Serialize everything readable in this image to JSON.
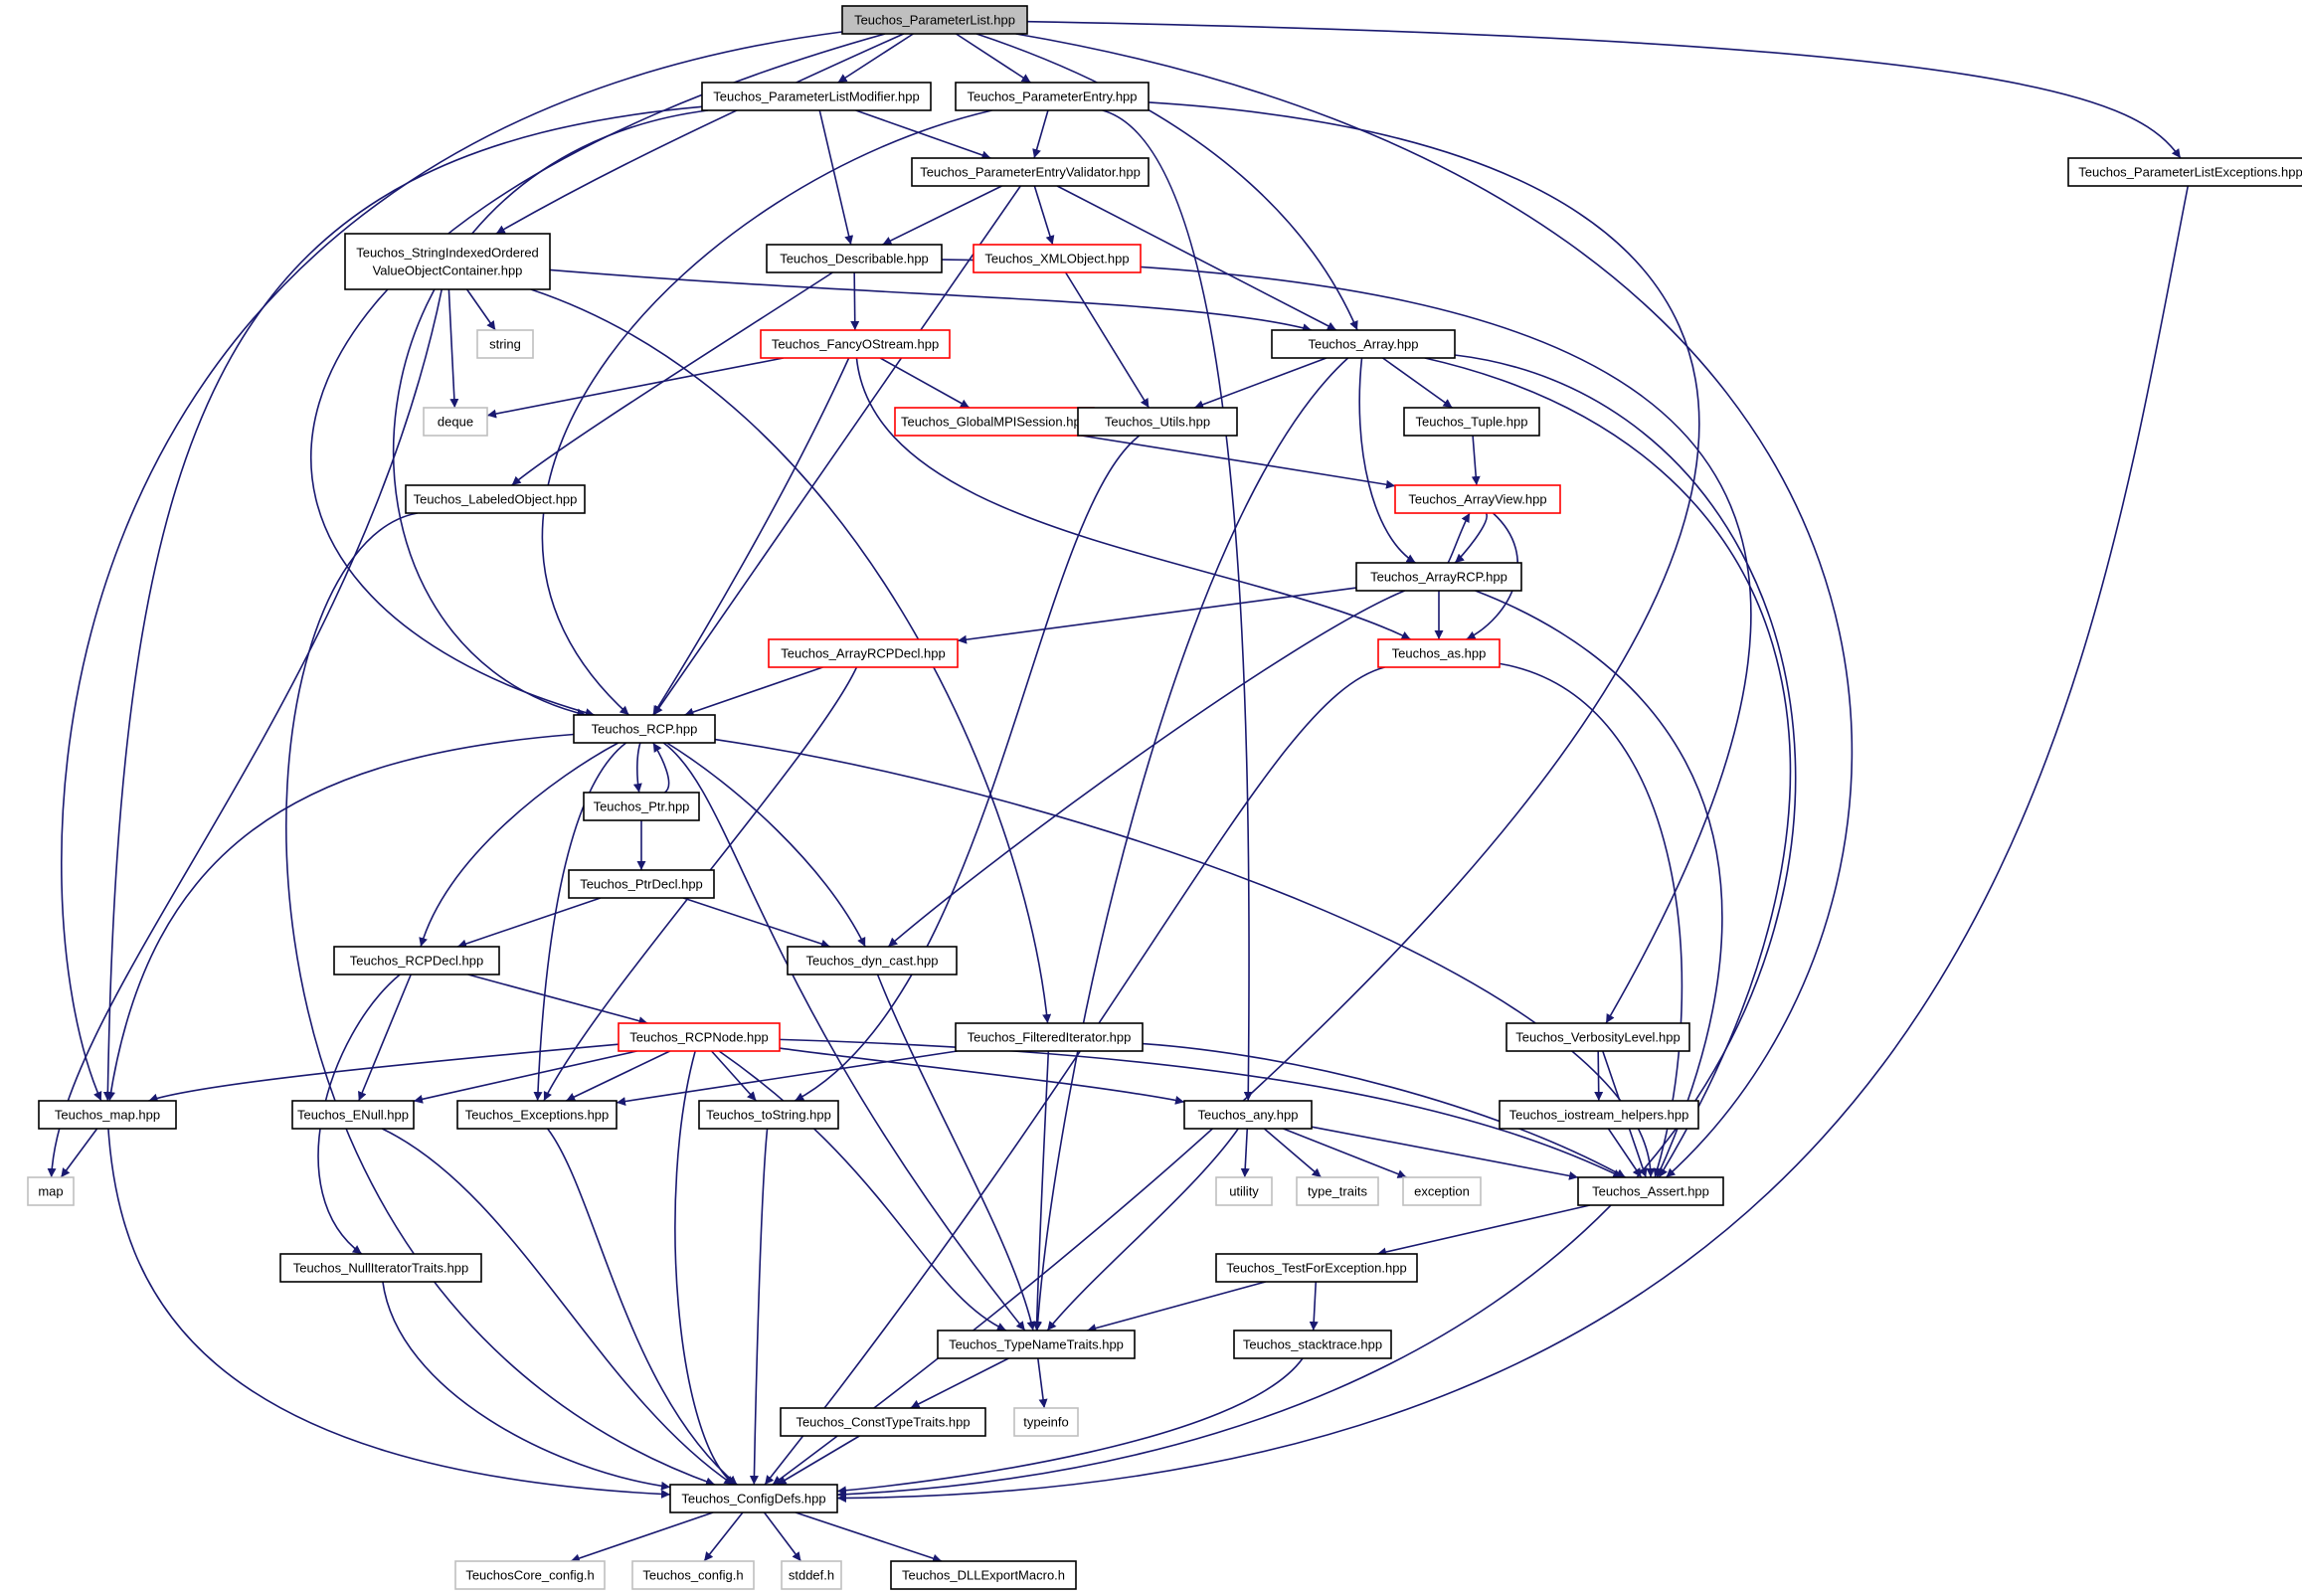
{
  "nodes": [
    {
      "id": "paramlist",
      "label": "Teuchos_ParameterList.hpp",
      "style": "root"
    },
    {
      "id": "plmod",
      "label": "Teuchos_ParameterListModifier.hpp",
      "style": "normal"
    },
    {
      "id": "pentry",
      "label": "Teuchos_ParameterEntry.hpp",
      "style": "normal"
    },
    {
      "id": "plexc",
      "label": "Teuchos_ParameterListExceptions.hpp",
      "style": "normal"
    },
    {
      "id": "pev",
      "label": "Teuchos_ParameterEntryValidator.hpp",
      "style": "normal"
    },
    {
      "id": "sioc",
      "label": "Teuchos_StringIndexedOrdered",
      "label2": "ValueObjectContainer.hpp",
      "style": "normal"
    },
    {
      "id": "descr",
      "label": "Teuchos_Describable.hpp",
      "style": "normal"
    },
    {
      "id": "xmlobj",
      "label": "Teuchos_XMLObject.hpp",
      "style": "red"
    },
    {
      "id": "string",
      "label": "string",
      "style": "gray"
    },
    {
      "id": "fancy",
      "label": "Teuchos_FancyOStream.hpp",
      "style": "red"
    },
    {
      "id": "array",
      "label": "Teuchos_Array.hpp",
      "style": "normal"
    },
    {
      "id": "deque",
      "label": "deque",
      "style": "gray"
    },
    {
      "id": "gmpi",
      "label": "Teuchos_GlobalMPISession.hpp",
      "style": "red"
    },
    {
      "id": "utils",
      "label": "Teuchos_Utils.hpp",
      "style": "normal"
    },
    {
      "id": "tuple",
      "label": "Teuchos_Tuple.hpp",
      "style": "normal"
    },
    {
      "id": "labeled",
      "label": "Teuchos_LabeledObject.hpp",
      "style": "normal"
    },
    {
      "id": "arrayview",
      "label": "Teuchos_ArrayView.hpp",
      "style": "red"
    },
    {
      "id": "arrayrcp",
      "label": "Teuchos_ArrayRCP.hpp",
      "style": "normal"
    },
    {
      "id": "arcpdecl",
      "label": "Teuchos_ArrayRCPDecl.hpp",
      "style": "red"
    },
    {
      "id": "as",
      "label": "Teuchos_as.hpp",
      "style": "red"
    },
    {
      "id": "rcp",
      "label": "Teuchos_RCP.hpp",
      "style": "normal"
    },
    {
      "id": "ptr",
      "label": "Teuchos_Ptr.hpp",
      "style": "normal"
    },
    {
      "id": "ptrdecl",
      "label": "Teuchos_PtrDecl.hpp",
      "style": "normal"
    },
    {
      "id": "rcpdecl",
      "label": "Teuchos_RCPDecl.hpp",
      "style": "normal"
    },
    {
      "id": "dyncast",
      "label": "Teuchos_dyn_cast.hpp",
      "style": "normal"
    },
    {
      "id": "rcpnode",
      "label": "Teuchos_RCPNode.hpp",
      "style": "red"
    },
    {
      "id": "filtered",
      "label": "Teuchos_FilteredIterator.hpp",
      "style": "normal"
    },
    {
      "id": "verbosity",
      "label": "Teuchos_VerbosityLevel.hpp",
      "style": "normal"
    },
    {
      "id": "map_hpp",
      "label": "Teuchos_map.hpp",
      "style": "normal"
    },
    {
      "id": "enull",
      "label": "Teuchos_ENull.hpp",
      "style": "normal"
    },
    {
      "id": "exceptions",
      "label": "Teuchos_Exceptions.hpp",
      "style": "normal"
    },
    {
      "id": "tostring",
      "label": "Teuchos_toString.hpp",
      "style": "normal"
    },
    {
      "id": "any",
      "label": "Teuchos_any.hpp",
      "style": "normal"
    },
    {
      "id": "iostream",
      "label": "Teuchos_iostream_helpers.hpp",
      "style": "normal"
    },
    {
      "id": "assert",
      "label": "Teuchos_Assert.hpp",
      "style": "normal"
    },
    {
      "id": "map",
      "label": "map",
      "style": "gray"
    },
    {
      "id": "utility",
      "label": "utility",
      "style": "gray"
    },
    {
      "id": "typetraits",
      "label": "type_traits",
      "style": "gray"
    },
    {
      "id": "exception",
      "label": "exception",
      "style": "gray"
    },
    {
      "id": "nulliter",
      "label": "Teuchos_NullIteratorTraits.hpp",
      "style": "normal"
    },
    {
      "id": "testfor",
      "label": "Teuchos_TestForException.hpp",
      "style": "normal"
    },
    {
      "id": "typename",
      "label": "Teuchos_TypeNameTraits.hpp",
      "style": "normal"
    },
    {
      "id": "stacktrace",
      "label": "Teuchos_stacktrace.hpp",
      "style": "normal"
    },
    {
      "id": "consttype",
      "label": "Teuchos_ConstTypeTraits.hpp",
      "style": "normal"
    },
    {
      "id": "typeinfo",
      "label": "typeinfo",
      "style": "gray"
    },
    {
      "id": "configdefs",
      "label": "Teuchos_ConfigDefs.hpp",
      "style": "normal"
    },
    {
      "id": "corecfg",
      "label": "TeuchosCore_config.h",
      "style": "gray"
    },
    {
      "id": "tcfg",
      "label": "Teuchos_config.h",
      "style": "gray"
    },
    {
      "id": "stddef",
      "label": "stddef.h",
      "style": "gray"
    },
    {
      "id": "dll",
      "label": "Teuchos_DLLExportMacro.h",
      "style": "normal"
    }
  ],
  "edges": [
    [
      "paramlist",
      "plmod"
    ],
    [
      "paramlist",
      "pentry"
    ],
    [
      "paramlist",
      "plexc"
    ],
    [
      "paramlist",
      "sioc"
    ],
    [
      "paramlist",
      "array"
    ],
    [
      "paramlist",
      "rcp"
    ],
    [
      "paramlist",
      "map_hpp"
    ],
    [
      "paramlist",
      "assert"
    ],
    [
      "plmod",
      "pev"
    ],
    [
      "plmod",
      "descr"
    ],
    [
      "plmod",
      "rcp"
    ],
    [
      "plmod",
      "map_hpp"
    ],
    [
      "pentry",
      "pev"
    ],
    [
      "pentry",
      "rcp"
    ],
    [
      "pentry",
      "any"
    ],
    [
      "pentry",
      "configdefs"
    ],
    [
      "plexc",
      "configdefs"
    ],
    [
      "pev",
      "descr"
    ],
    [
      "pev",
      "xmlobj"
    ],
    [
      "pev",
      "array"
    ],
    [
      "pev",
      "rcp"
    ],
    [
      "sioc",
      "string"
    ],
    [
      "sioc",
      "deque"
    ],
    [
      "sioc",
      "array"
    ],
    [
      "sioc",
      "filtered"
    ],
    [
      "sioc",
      "map"
    ],
    [
      "descr",
      "fancy"
    ],
    [
      "descr",
      "labeled"
    ],
    [
      "descr",
      "verbosity"
    ],
    [
      "xmlobj",
      "utils"
    ],
    [
      "fancy",
      "deque"
    ],
    [
      "fancy",
      "gmpi"
    ],
    [
      "fancy",
      "rcp"
    ],
    [
      "fancy",
      "as"
    ],
    [
      "gmpi",
      "arrayview"
    ],
    [
      "array",
      "utils"
    ],
    [
      "array",
      "tuple"
    ],
    [
      "array",
      "arrayrcp"
    ],
    [
      "array",
      "typename"
    ],
    [
      "array",
      "assert"
    ],
    [
      "array",
      "configdefs"
    ],
    [
      "utils",
      "tostring"
    ],
    [
      "tuple",
      "arrayview"
    ],
    [
      "arrayview",
      "arrayrcp"
    ],
    [
      "arrayview",
      "as"
    ],
    [
      "arrayrcp",
      "arrayview"
    ],
    [
      "arrayrcp",
      "arcpdecl"
    ],
    [
      "arrayrcp",
      "as"
    ],
    [
      "arrayrcp",
      "dyncast"
    ],
    [
      "arrayrcp",
      "assert"
    ],
    [
      "labeled",
      "configdefs"
    ],
    [
      "arcpdecl",
      "rcp"
    ],
    [
      "arcpdecl",
      "exceptions"
    ],
    [
      "as",
      "assert"
    ],
    [
      "as",
      "configdefs"
    ],
    [
      "rcp",
      "ptr"
    ],
    [
      "rcp",
      "rcpdecl"
    ],
    [
      "rcp",
      "dyncast"
    ],
    [
      "rcp",
      "exceptions"
    ],
    [
      "rcp",
      "map_hpp"
    ],
    [
      "rcp",
      "typename"
    ],
    [
      "rcp",
      "assert"
    ],
    [
      "ptr",
      "rcp"
    ],
    [
      "ptr",
      "ptrdecl"
    ],
    [
      "ptrdecl",
      "rcpdecl"
    ],
    [
      "ptrdecl",
      "dyncast"
    ],
    [
      "rcpdecl",
      "rcpnode"
    ],
    [
      "rcpdecl",
      "enull"
    ],
    [
      "rcpdecl",
      "nulliter"
    ],
    [
      "dyncast",
      "typename"
    ],
    [
      "rcpnode",
      "map_hpp"
    ],
    [
      "rcpnode",
      "enull"
    ],
    [
      "rcpnode",
      "exceptions"
    ],
    [
      "rcpnode",
      "tostring"
    ],
    [
      "rcpnode",
      "any"
    ],
    [
      "rcpnode",
      "typename"
    ],
    [
      "rcpnode",
      "configdefs"
    ],
    [
      "rcpnode",
      "assert"
    ],
    [
      "filtered",
      "exceptions"
    ],
    [
      "filtered",
      "typename"
    ],
    [
      "filtered",
      "assert"
    ],
    [
      "verbosity",
      "iostream"
    ],
    [
      "verbosity",
      "assert"
    ],
    [
      "iostream",
      "assert"
    ],
    [
      "map_hpp",
      "map"
    ],
    [
      "map_hpp",
      "configdefs"
    ],
    [
      "enull",
      "configdefs"
    ],
    [
      "exceptions",
      "configdefs"
    ],
    [
      "tostring",
      "configdefs"
    ],
    [
      "any",
      "utility"
    ],
    [
      "any",
      "typetraits"
    ],
    [
      "any",
      "exception"
    ],
    [
      "any",
      "assert"
    ],
    [
      "any",
      "typename"
    ],
    [
      "assert",
      "testfor"
    ],
    [
      "testfor",
      "typename"
    ],
    [
      "testfor",
      "stacktrace"
    ],
    [
      "nulliter",
      "configdefs"
    ],
    [
      "typename",
      "consttype"
    ],
    [
      "typename",
      "typeinfo"
    ],
    [
      "stacktrace",
      "configdefs"
    ],
    [
      "consttype",
      "configdefs"
    ],
    [
      "configdefs",
      "corecfg"
    ],
    [
      "configdefs",
      "tcfg"
    ],
    [
      "configdefs",
      "stddef"
    ],
    [
      "configdefs",
      "dll"
    ]
  ],
  "colors": {
    "edge": "#191970",
    "box_border": "#000000",
    "box_red": "#ff0000",
    "box_gray": "#bfbfbf",
    "root_fill": "#bfbfbf"
  }
}
